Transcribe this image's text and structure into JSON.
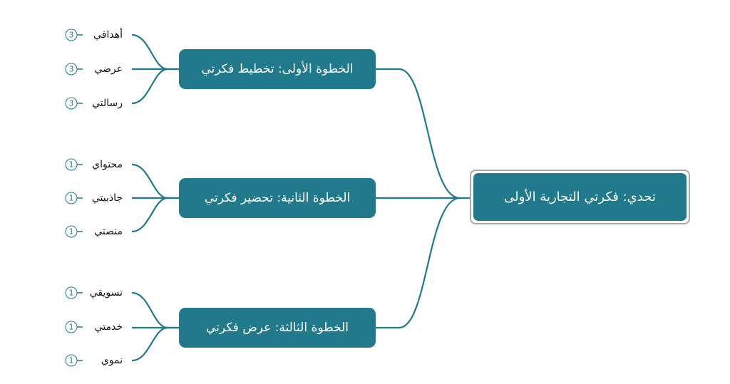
{
  "root": {
    "label": "تحدي: فكرتي التجارية الأولى"
  },
  "branches": [
    {
      "label": "الخطوة الأولى: تخطيط فكرتي",
      "leaves": [
        {
          "label": "أهدافي",
          "count": "3"
        },
        {
          "label": "عرضي",
          "count": "3"
        },
        {
          "label": "رسالتي",
          "count": "3"
        }
      ]
    },
    {
      "label": "الخطوة الثانية: تحضير فكرتي",
      "leaves": [
        {
          "label": "محتواي",
          "count": "1"
        },
        {
          "label": "جاذبيتي",
          "count": "1"
        },
        {
          "label": "منصتي",
          "count": "1"
        }
      ]
    },
    {
      "label": "الخطوة الثالثة: عرض فكرتي",
      "leaves": [
        {
          "label": "تسويقي",
          "count": "1"
        },
        {
          "label": "خدمتي",
          "count": "1"
        },
        {
          "label": "نموي",
          "count": "1"
        }
      ]
    }
  ],
  "colors": {
    "node": "#217a8b",
    "line": "#217a8b",
    "root_border": "#aaaaaa"
  }
}
